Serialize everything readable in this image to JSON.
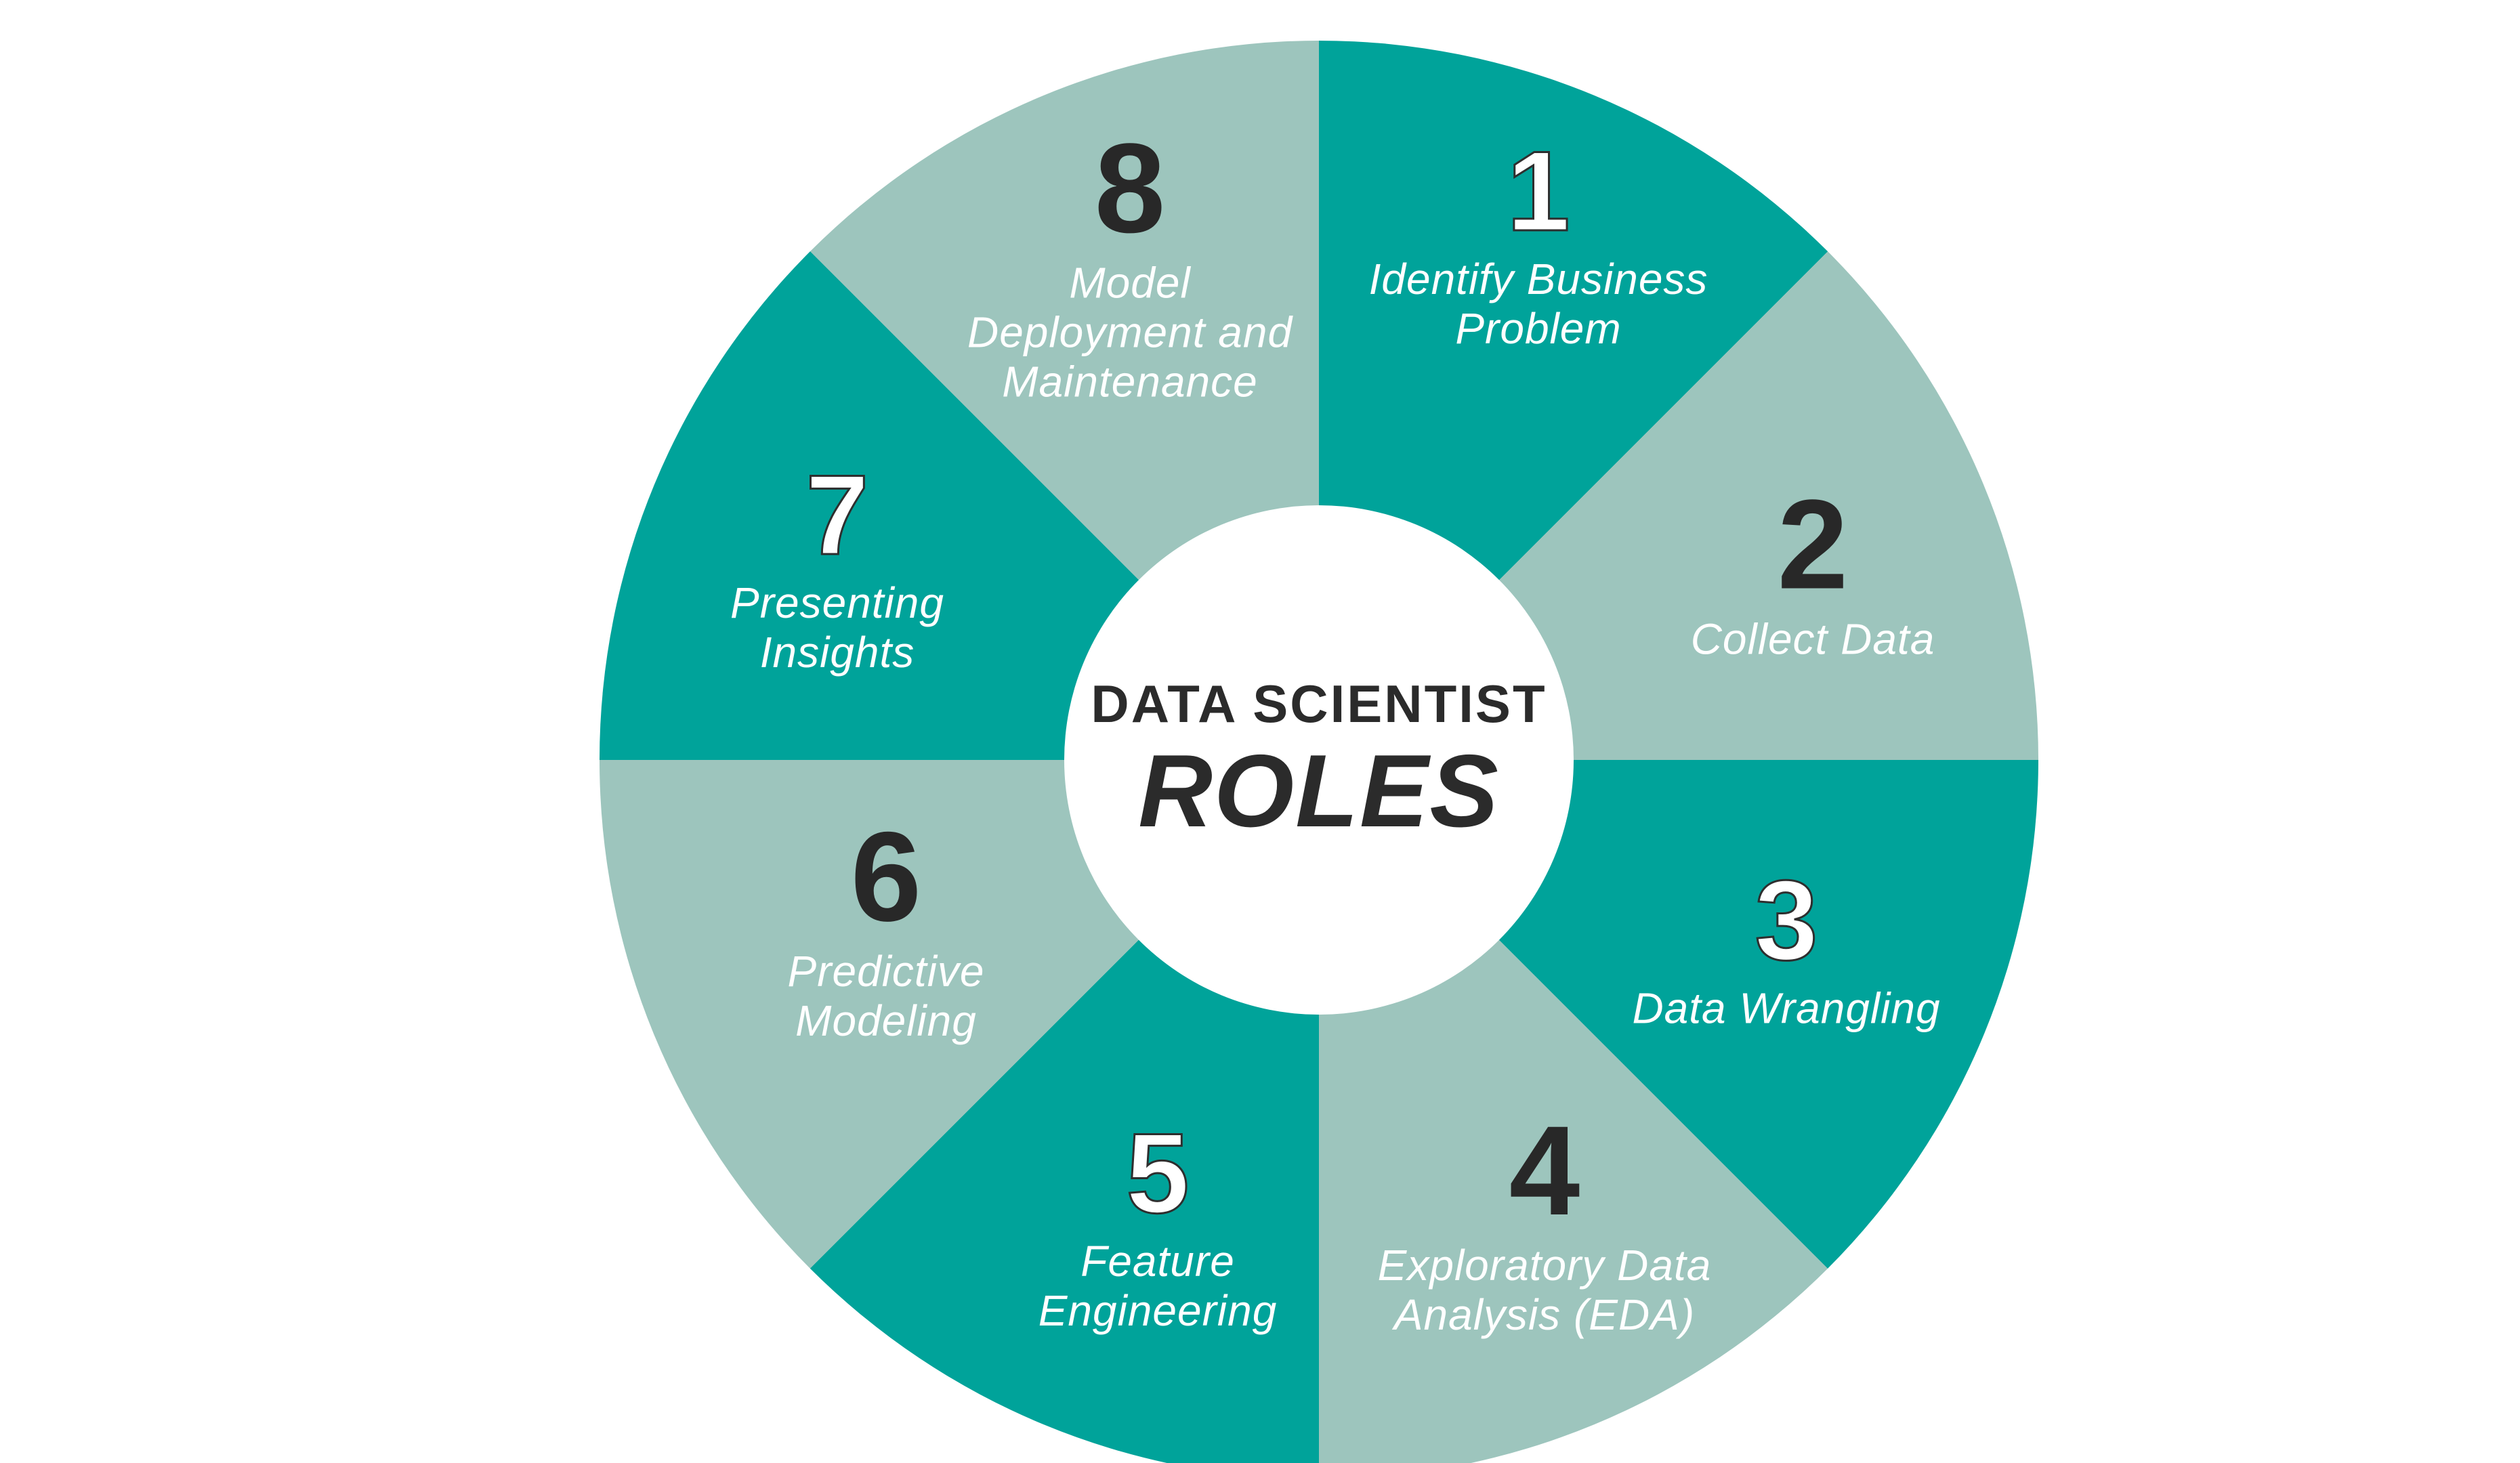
{
  "title": {
    "line1": "DATA SCIENTIST",
    "line2": "ROLES"
  },
  "colors": {
    "teal": "#00A39A",
    "sage": "#9DC5BD",
    "background": "#FFFFFF",
    "hub_background": "#FFFFFF",
    "center_text": "#2B2B2B",
    "number_on_sage": "#282828",
    "number_on_teal": "#FFFFFF",
    "number_outline": "#2E2E2E",
    "label_text": "#FFFFFF"
  },
  "segments": [
    {
      "number": "1",
      "label_lines": [
        "Identify Business",
        "Problem"
      ],
      "theme": "teal"
    },
    {
      "number": "2",
      "label_lines": [
        "Collect Data"
      ],
      "theme": "sage"
    },
    {
      "number": "3",
      "label_lines": [
        "Data Wrangling"
      ],
      "theme": "teal"
    },
    {
      "number": "4",
      "label_lines": [
        "Exploratory Data",
        "Analysis (EDA)"
      ],
      "theme": "sage"
    },
    {
      "number": "5",
      "label_lines": [
        "Feature",
        "Engineering"
      ],
      "theme": "teal"
    },
    {
      "number": "6",
      "label_lines": [
        "Predictive",
        "Modeling"
      ],
      "theme": "sage"
    },
    {
      "number": "7",
      "label_lines": [
        "Presenting",
        "Insights"
      ],
      "theme": "teal"
    },
    {
      "number": "8",
      "label_lines": [
        "Model",
        "Deployment and",
        "Maintenance"
      ],
      "theme": "sage"
    }
  ]
}
